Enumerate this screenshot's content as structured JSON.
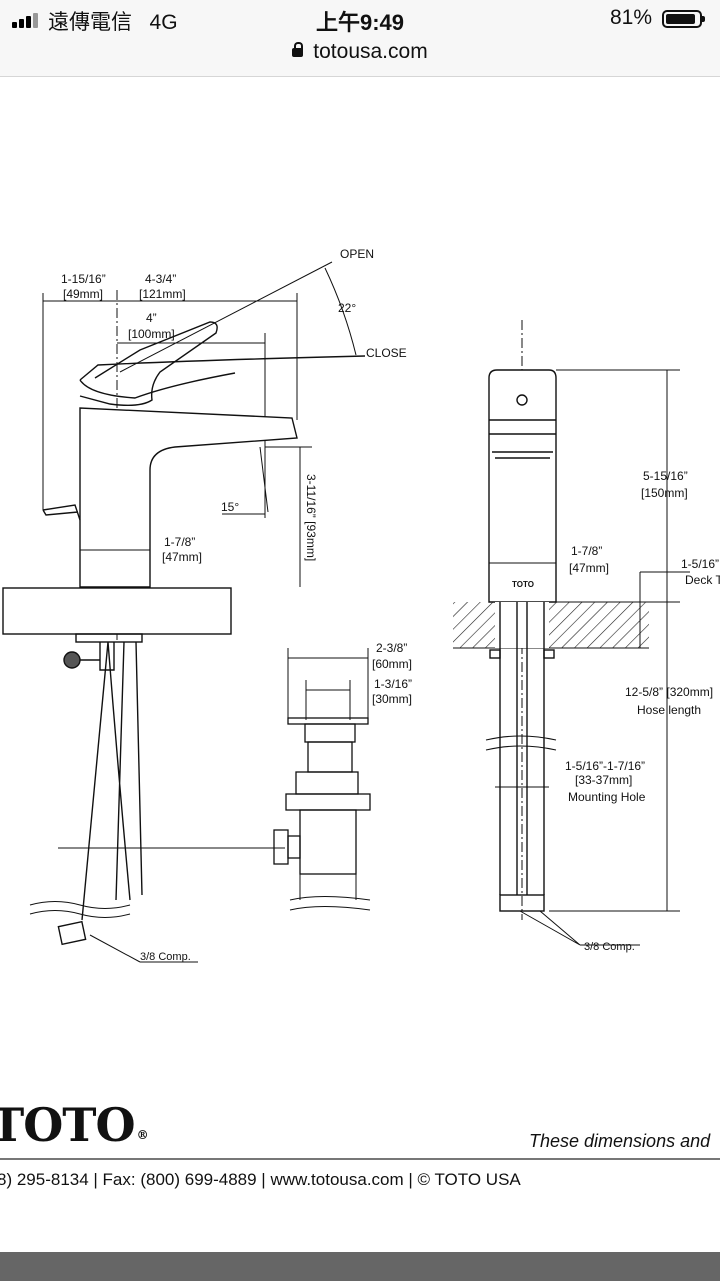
{
  "status_bar": {
    "carrier": "遠傳電信",
    "network": "4G",
    "time": "上午9:49",
    "battery": "81%",
    "battery_level": 0.81,
    "url": "totousa.com",
    "icons": [
      "signal-icon",
      "lock-icon",
      "battery-icon"
    ]
  },
  "drawing": {
    "front": {
      "open": "OPEN",
      "angle": "22°",
      "close": "CLOSE",
      "d1_in": "1-15/16”",
      "d1_mm": "[49mm]",
      "d2_in": "4-3/4”",
      "d2_mm": "[121mm]",
      "d3_in": "4”",
      "d3_mm": "[100mm]",
      "spout_angle": "15°",
      "spout_height": "3-11/16” [93mm]",
      "d4_in": "1-7/8”",
      "d4_mm": "[47mm]",
      "comp": "3/8 Comp."
    },
    "drain": {
      "d1_in": "2-3/8”",
      "d1_mm": "[60mm]",
      "d2_in": "1-3/16”",
      "d2_mm": "[30mm]"
    },
    "side": {
      "brand": "TOTO",
      "height_in": "5-15/16”",
      "height_mm": "[150mm]",
      "base_in": "1-7/8”",
      "base_mm": "[47mm]",
      "deck_in": "1-5/16”",
      "deck_label": "Deck T",
      "hose_val": "12-5/8” [320mm]",
      "hose_label": "Hose length",
      "hole_in": "1-5/16”-1-7/16”",
      "hole_mm": "[33-37mm]",
      "hole_label": "Mounting Hole",
      "comp": "3/8 Comp."
    }
  },
  "footer": {
    "logo": "TOTO",
    "reg": "®",
    "note": "These dimensions and",
    "contact": "8) 295-8134 | Fax: (800) 699-4889 | www.totousa.com | © TOTO USA"
  }
}
